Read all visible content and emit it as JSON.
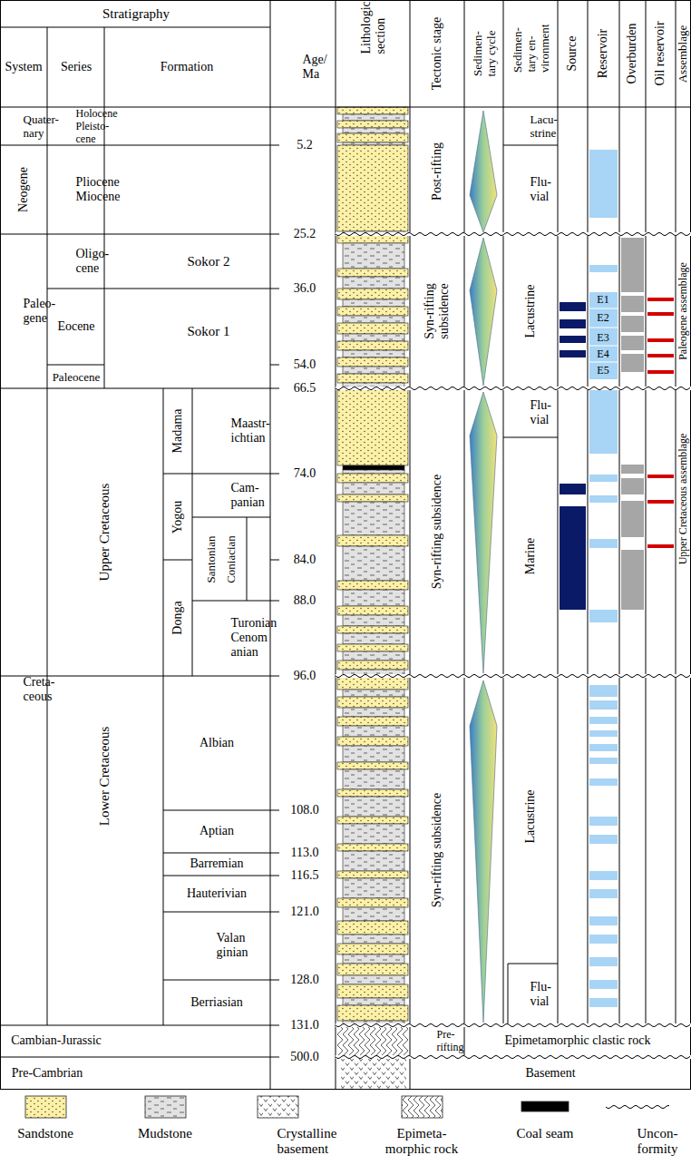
{
  "diagram": {
    "labels": [
      "Stratigraphy",
      "System",
      "Series",
      "Formation",
      "Age/ Ma",
      "Lithologic section",
      "Tectonic stage",
      "Sedimen- tary cycle",
      "Sedimen- tary en- vironment",
      "Source",
      "Reservoir",
      "Overburden",
      "Oil reservoir",
      "Assemblage",
      "Quater- nary",
      "Holocene Pleisto- cene",
      "Neogene",
      "Pliocene Miocene",
      "Paleo- gene",
      "Oligo- cene",
      "Sokor 2",
      "Eocene",
      "Sokor 1",
      "Paleocene",
      "Creta- ceous",
      "Upper Cretaceous",
      "Madama",
      "Maastr- ichtian",
      "Yogou",
      "Cam- panian",
      "Santonian",
      "Coniacian",
      "Donga",
      "Turonian Cenom anian",
      "Lower Cretaceous",
      "Albian",
      "Aptian",
      "Barremian",
      "Hauterivian",
      "Valan ginian",
      "Berriasian",
      "Cambian-Jurassic",
      "Pre-Cambrian",
      "5.2",
      "25.2",
      "36.0",
      "54.0",
      "66.5",
      "74.0",
      "84.0",
      "88.0",
      "96.0",
      "108.0",
      "113.0",
      "116.5",
      "121.0",
      "128.0",
      "131.0",
      "500.0",
      "Post-rifting",
      "Syn-rifting subsidence",
      "Syn-rifting subsidence",
      "Syn-rifting subsidence",
      "Pre- rifting",
      "Lacu- strine",
      "Flu- vial",
      "Lacustrine",
      "Flu- vial",
      "Marine",
      "Lacustrine",
      "Flu- vial",
      "Epimetamorphic clastic rock",
      "Basement",
      "E1",
      "E2",
      "E3",
      "E4",
      "E5",
      "Paleogene assemblage",
      "Upper Cretaceous assemblage"
    ],
    "legend": [
      {
        "text": "Sandstone"
      },
      {
        "text": "Mudstone"
      },
      {
        "text": "Crystalline basement"
      },
      {
        "text": "Epimeta- morphic rock"
      },
      {
        "text": "Coal seam",
        "color": "#000000"
      },
      {
        "text": "Uncon- formity"
      }
    ]
  }
}
